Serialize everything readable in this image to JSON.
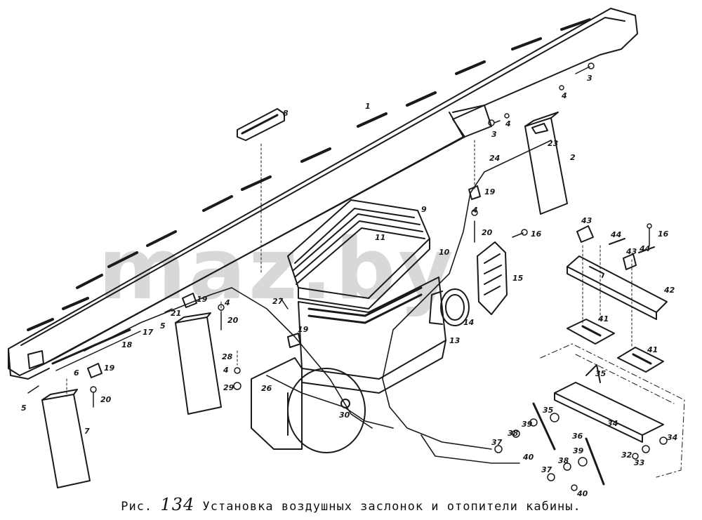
{
  "watermark": "maz.by",
  "caption": {
    "prefix": "Рис.",
    "number": "134",
    "title": "Установка воздушных заслонок и отопители кабины."
  },
  "part_numbers": [
    "1",
    "2",
    "3",
    "3",
    "4",
    "4",
    "4",
    "4",
    "4",
    "5",
    "5",
    "6",
    "7",
    "8",
    "9",
    "10",
    "11",
    "13",
    "14",
    "15",
    "16",
    "16",
    "17",
    "18",
    "19",
    "19",
    "19",
    "19",
    "20",
    "20",
    "20",
    "21",
    "23",
    "24",
    "26",
    "27",
    "28",
    "29",
    "30",
    "32",
    "33",
    "34",
    "34",
    "35",
    "35",
    "36",
    "37",
    "37",
    "38",
    "38",
    "39",
    "39",
    "40",
    "40",
    "41",
    "41",
    "42",
    "43",
    "43",
    "44",
    "44"
  ]
}
